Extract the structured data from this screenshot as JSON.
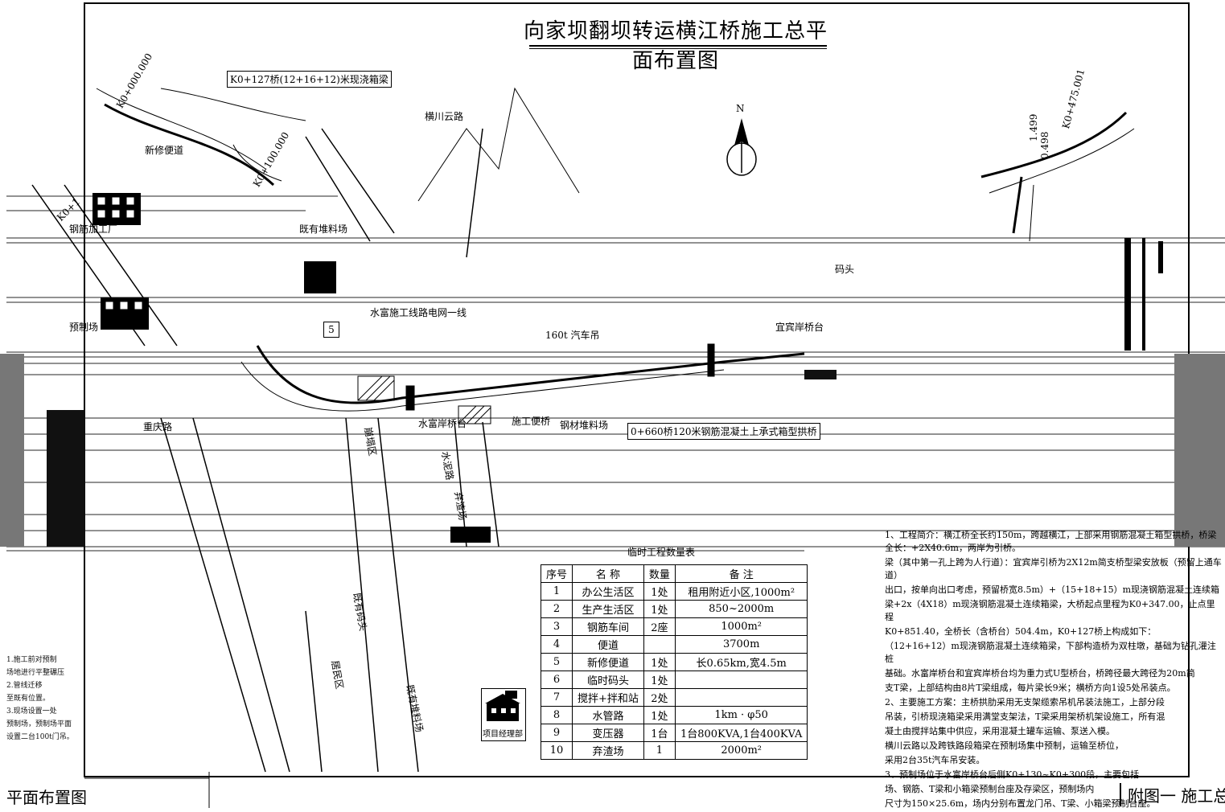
{
  "title": "向家坝翻坝转运横江桥施工总平面布置图",
  "labels": {
    "bridge1": "K0+127桥(12+16+12)米现浇箱梁",
    "station_start": "K0+000.000",
    "station_100": "K0+100.000",
    "station_end": "K0+475.001",
    "station_k0_1": "K0+1",
    "new_road": "新修便道",
    "hengchuan_road": "横川云路",
    "north": "N",
    "existing_yard": "既有堆料场",
    "existing_yard2": "既有堆料场",
    "precast_yard": "预制场",
    "wharf": "码头",
    "power_line": "水富施工线路电网一线",
    "crane": "160t 汽车吊",
    "yibin_abutment": "宜宾岸桥台",
    "main_bridge": "0+660桥120米钢筋混凝土上承式箱型拱桥",
    "chongqing_road": "重庆路",
    "material_yard": "钢材堆料场",
    "shuifu_abutment": "水富岸桥台",
    "temp_bridge": "施工便桥",
    "elev1": "1.499",
    "elev2": "0.498",
    "collapse": "崩塌区",
    "cement_road": "水泥路",
    "existing_dock": "既有码头",
    "dumping": "弃渣场",
    "residential": "居民区",
    "reinforcement": "钢筋加工厂",
    "badge": "5"
  },
  "table": {
    "title": "临时工程数量表",
    "headers": [
      "序号",
      "名 称",
      "数量",
      "备 注"
    ],
    "rows": [
      [
        "1",
        "办公生活区",
        "1处",
        "租用附近小区,1000m²"
      ],
      [
        "2",
        "生产生活区",
        "1处",
        "850~2000m"
      ],
      [
        "3",
        "钢筋车间",
        "2座",
        "1000m²"
      ],
      [
        "4",
        "便道",
        "",
        "3700m"
      ],
      [
        "5",
        "新修便道",
        "1处",
        "长0.65km,宽4.5m"
      ],
      [
        "6",
        "临时码头",
        "1处",
        ""
      ],
      [
        "7",
        "搅拌+拌和站",
        "2处",
        ""
      ],
      [
        "8",
        "水管路",
        "1处",
        "1km · φ50"
      ],
      [
        "9",
        "变压器",
        "1台",
        "1台800KVA,1台400KVA"
      ],
      [
        "10",
        "弃渣场",
        "1",
        "2000m²"
      ]
    ]
  },
  "notes": [
    "1、工程简介：横江桥全长约150m，跨越横江，上部采用钢筋混凝土箱型拱桥，桥梁全长：+2X40.6m，两岸为引桥。",
    "梁（其中第一孔上跨为人行道）：宜宾岸引桥为2X12m简支桥型梁安放板（预留上通车道）",
    "出口，按单向出口考虑，预留桥宽8.5m）+（15+18+15）m现浇钢筋混凝土连续箱",
    "梁+2x（4X18）m现浇钢筋混凝土连续箱梁，大桥起点里程为K0+347.00，止点里程",
    "K0+851.40，全桥长（含桥台）504.4m，K0+127桥上构成如下：",
    "（12+16+12）m现浇钢筋混凝土连续箱梁，下部构造桥为双柱墩，基础为钻孔灌注桩",
    "基础。水富岸桥台和宜宾岸桥台均为重力式U型桥台，桥跨径最大跨径为20m简",
    "支T梁，上部结构由8片T梁组成，每片梁长9米；横桥方向1设5处吊装点。",
    "2、主要施工方案：主桥拱肋采用无支架缆索吊机吊装法施工，上部分段",
    "吊装，引桥现浇箱梁采用满堂支架法，T梁采用架桥机架设施工，所有混",
    "凝土由搅拌站集中供应，采用混凝土罐车运输、泵送入模。",
    "横川云路以及跨铁路段箱梁在预制场集中预制，运输至桥位，",
    "采用2台35t汽车吊安装。",
    "3、预制场位于水富岸桥台后侧K0+130~K0+300段，主要包括",
    "场、钢筋、T梁和小箱梁预制台座及存梁区，预制场内",
    "尺寸为150×25.6m，场内分别布置龙门吊、T梁、小箱梁预制台座。"
  ],
  "left_notes": [
    "1.施工前对预制",
    "场地进行平整碾压",
    "2.管线迁移",
    "至既有位置。",
    "3.现场设置一处",
    "预制场，预制场平面",
    "设置二台100t门吊。"
  ],
  "legend_icon": {
    "name": "project-office-icon",
    "label": "项目经理部"
  },
  "caption_left": "平面布置图",
  "caption_right": "附图一  施工总体"
}
